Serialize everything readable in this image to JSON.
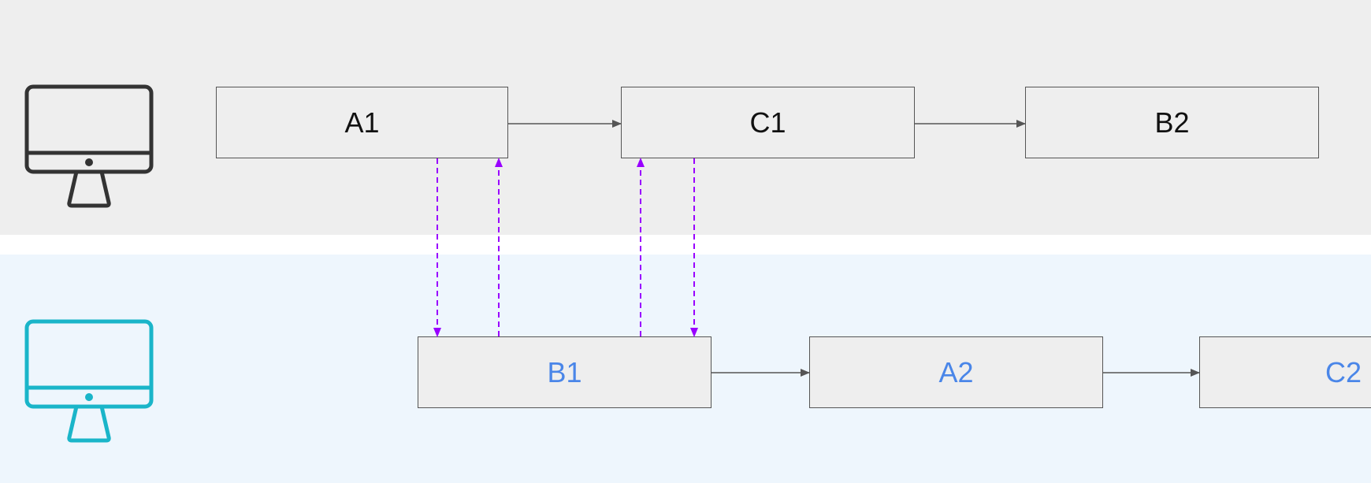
{
  "colors": {
    "remote_lane_bg": "#eeeeee",
    "local_lane_bg": "#eef6fd",
    "remote_icon": "#333333",
    "local_icon": "#1ab5c9",
    "local_text": "#4a86e8",
    "sync_arrow": "#9900ff",
    "flow_arrow": "#555555"
  },
  "lanes": {
    "top": {
      "icon": "monitor-icon",
      "nodes": [
        "A1",
        "C1",
        "B2"
      ]
    },
    "bottom": {
      "icon": "monitor-icon",
      "nodes": [
        "B1",
        "A2",
        "C2"
      ]
    }
  }
}
